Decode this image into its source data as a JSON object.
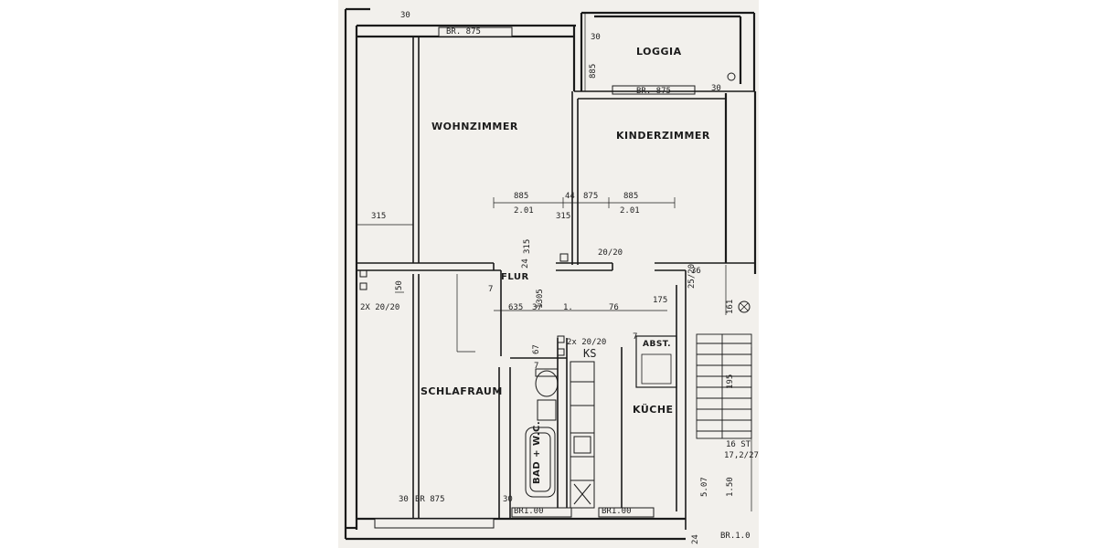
{
  "rooms": {
    "wohnzimmer": "WOHNZIMMER",
    "kinderzimmer": "KINDERZIMMER",
    "loggia": "LOGGIA",
    "flur": "FLUR",
    "schlafraum": "SCHLAFRAUM",
    "kueche": "KÜCHE",
    "bad": "BAD + W.C.",
    "abst": "ABST."
  },
  "dimensions": {
    "br_875_top": "BR. 875",
    "br_875_loggia": "BR. 875",
    "br_875_bottom": "BR 875",
    "br_100_a": "BR1.00",
    "br_100_b": "BR1.00",
    "br_corner": "BR.1.0",
    "d_30_top": "30",
    "d_30_loggia": "30",
    "d_30_sch_a": "30",
    "d_30_sch_b": "30",
    "d_885_loggia": "885",
    "d_30_loggia_v": "30",
    "d_885_a": "885",
    "d_44": "44",
    "d_875": "875",
    "d_885_b": "885",
    "d_201_a": "2.01",
    "d_31_mid": "315",
    "d_201_b": "2.01",
    "d_315_left": "315",
    "d_2020": "20/20",
    "d_2x2020_left": "2X 20/20",
    "d_50": "50",
    "d_7": "7",
    "d_635": "635",
    "d_37": "37",
    "d_1": "1.",
    "d_76": "76",
    "d_175": "175",
    "d_7b": "7",
    "d_2x2020_mid": "2x 20/20",
    "d_ks": "KS",
    "d_67": "67",
    "d_7c": "7",
    "d_1305": "1305",
    "d_24": "24",
    "d_315_vert": "315",
    "d_2520": "25/20",
    "d_36": "36",
    "d_161": "161",
    "d_195": "195",
    "d_16st": "16 ST",
    "d_172": "17,2/27",
    "d_507": "5.07",
    "d_150": "1.50",
    "d_24b": "24"
  }
}
